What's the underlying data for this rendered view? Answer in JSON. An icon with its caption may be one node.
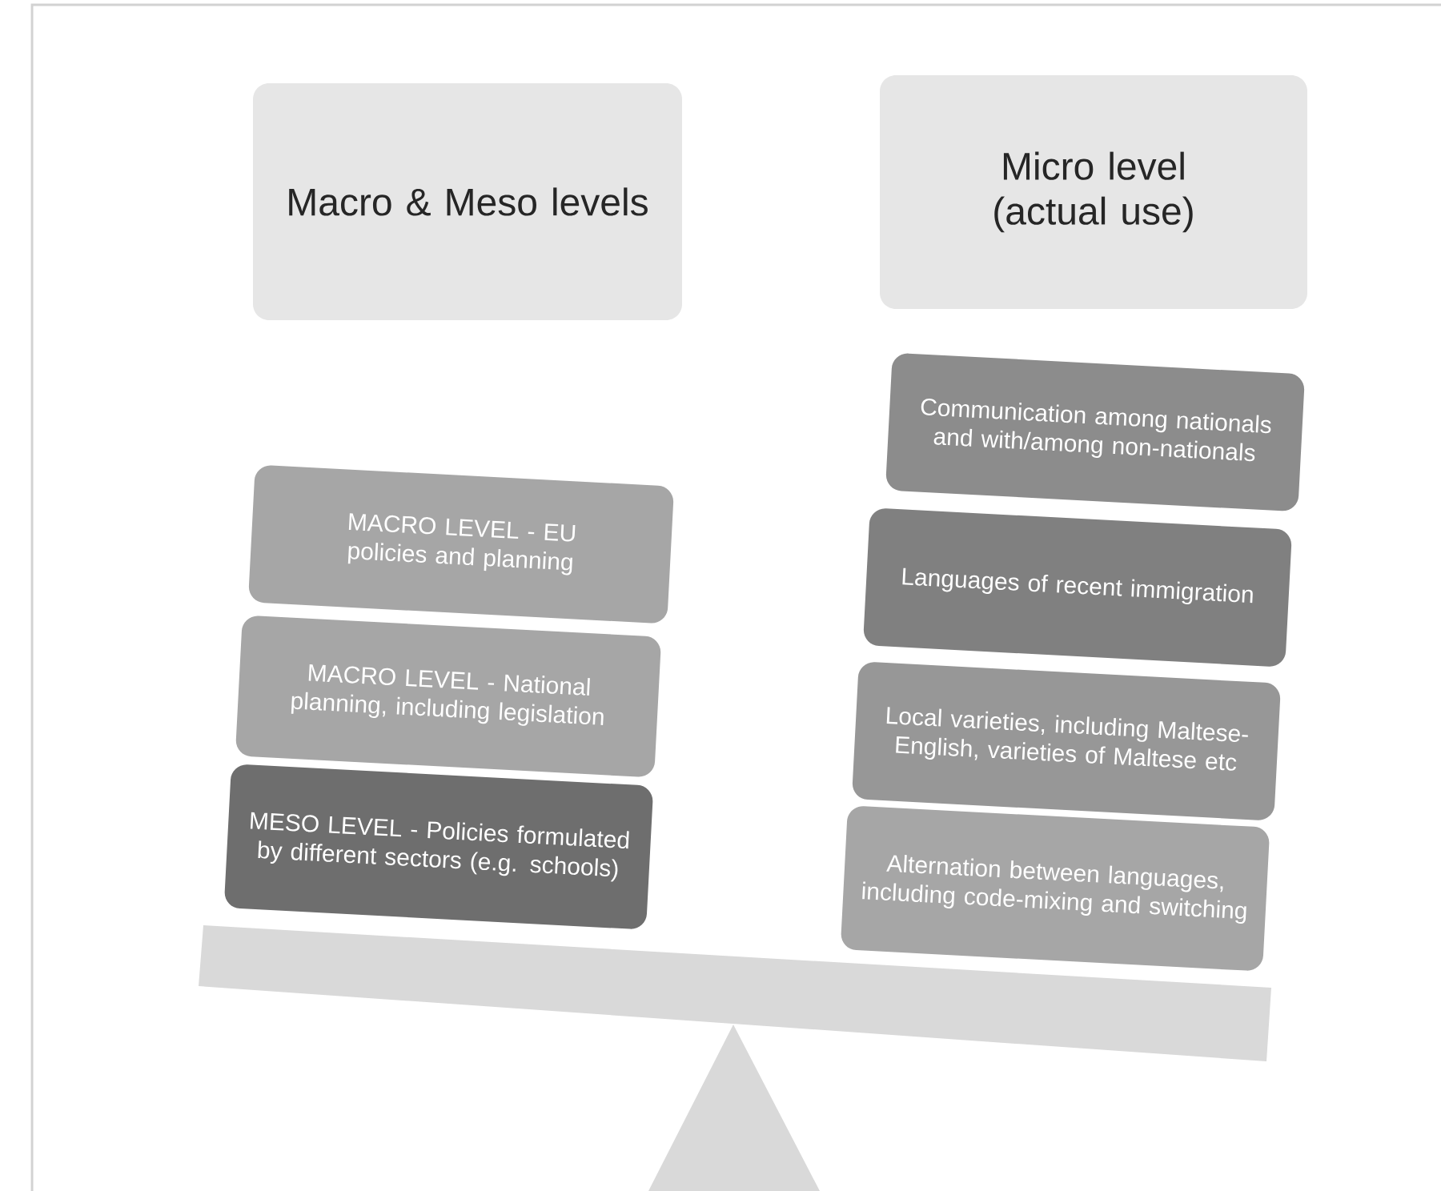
{
  "diagram": {
    "nodes": [
      {
        "text": [
          "Macro & Meso levels"
        ]
      },
      {
        "text": [
          "Micro level (actual use)"
        ]
      },
      {
        "text": [
          "MACRO LEVEL - EU policies and planning"
        ]
      },
      {
        "text": [
          "MACRO LEVEL - National planning, including legislation"
        ]
      },
      {
        "text": [
          "MESO LEVEL - Policies formulated by different sectors (e.g. schools)"
        ]
      },
      {
        "text": [
          "Communication among nationals and with/among non-nationals"
        ]
      },
      {
        "text": [
          "Languages of recent immigration"
        ]
      },
      {
        "text": [
          "Local varieties, including Maltese-English, varieties of Maltese etc"
        ]
      },
      {
        "text": [
          "Alternation between languages, including code-mixing and switching"
        ]
      }
    ]
  }
}
